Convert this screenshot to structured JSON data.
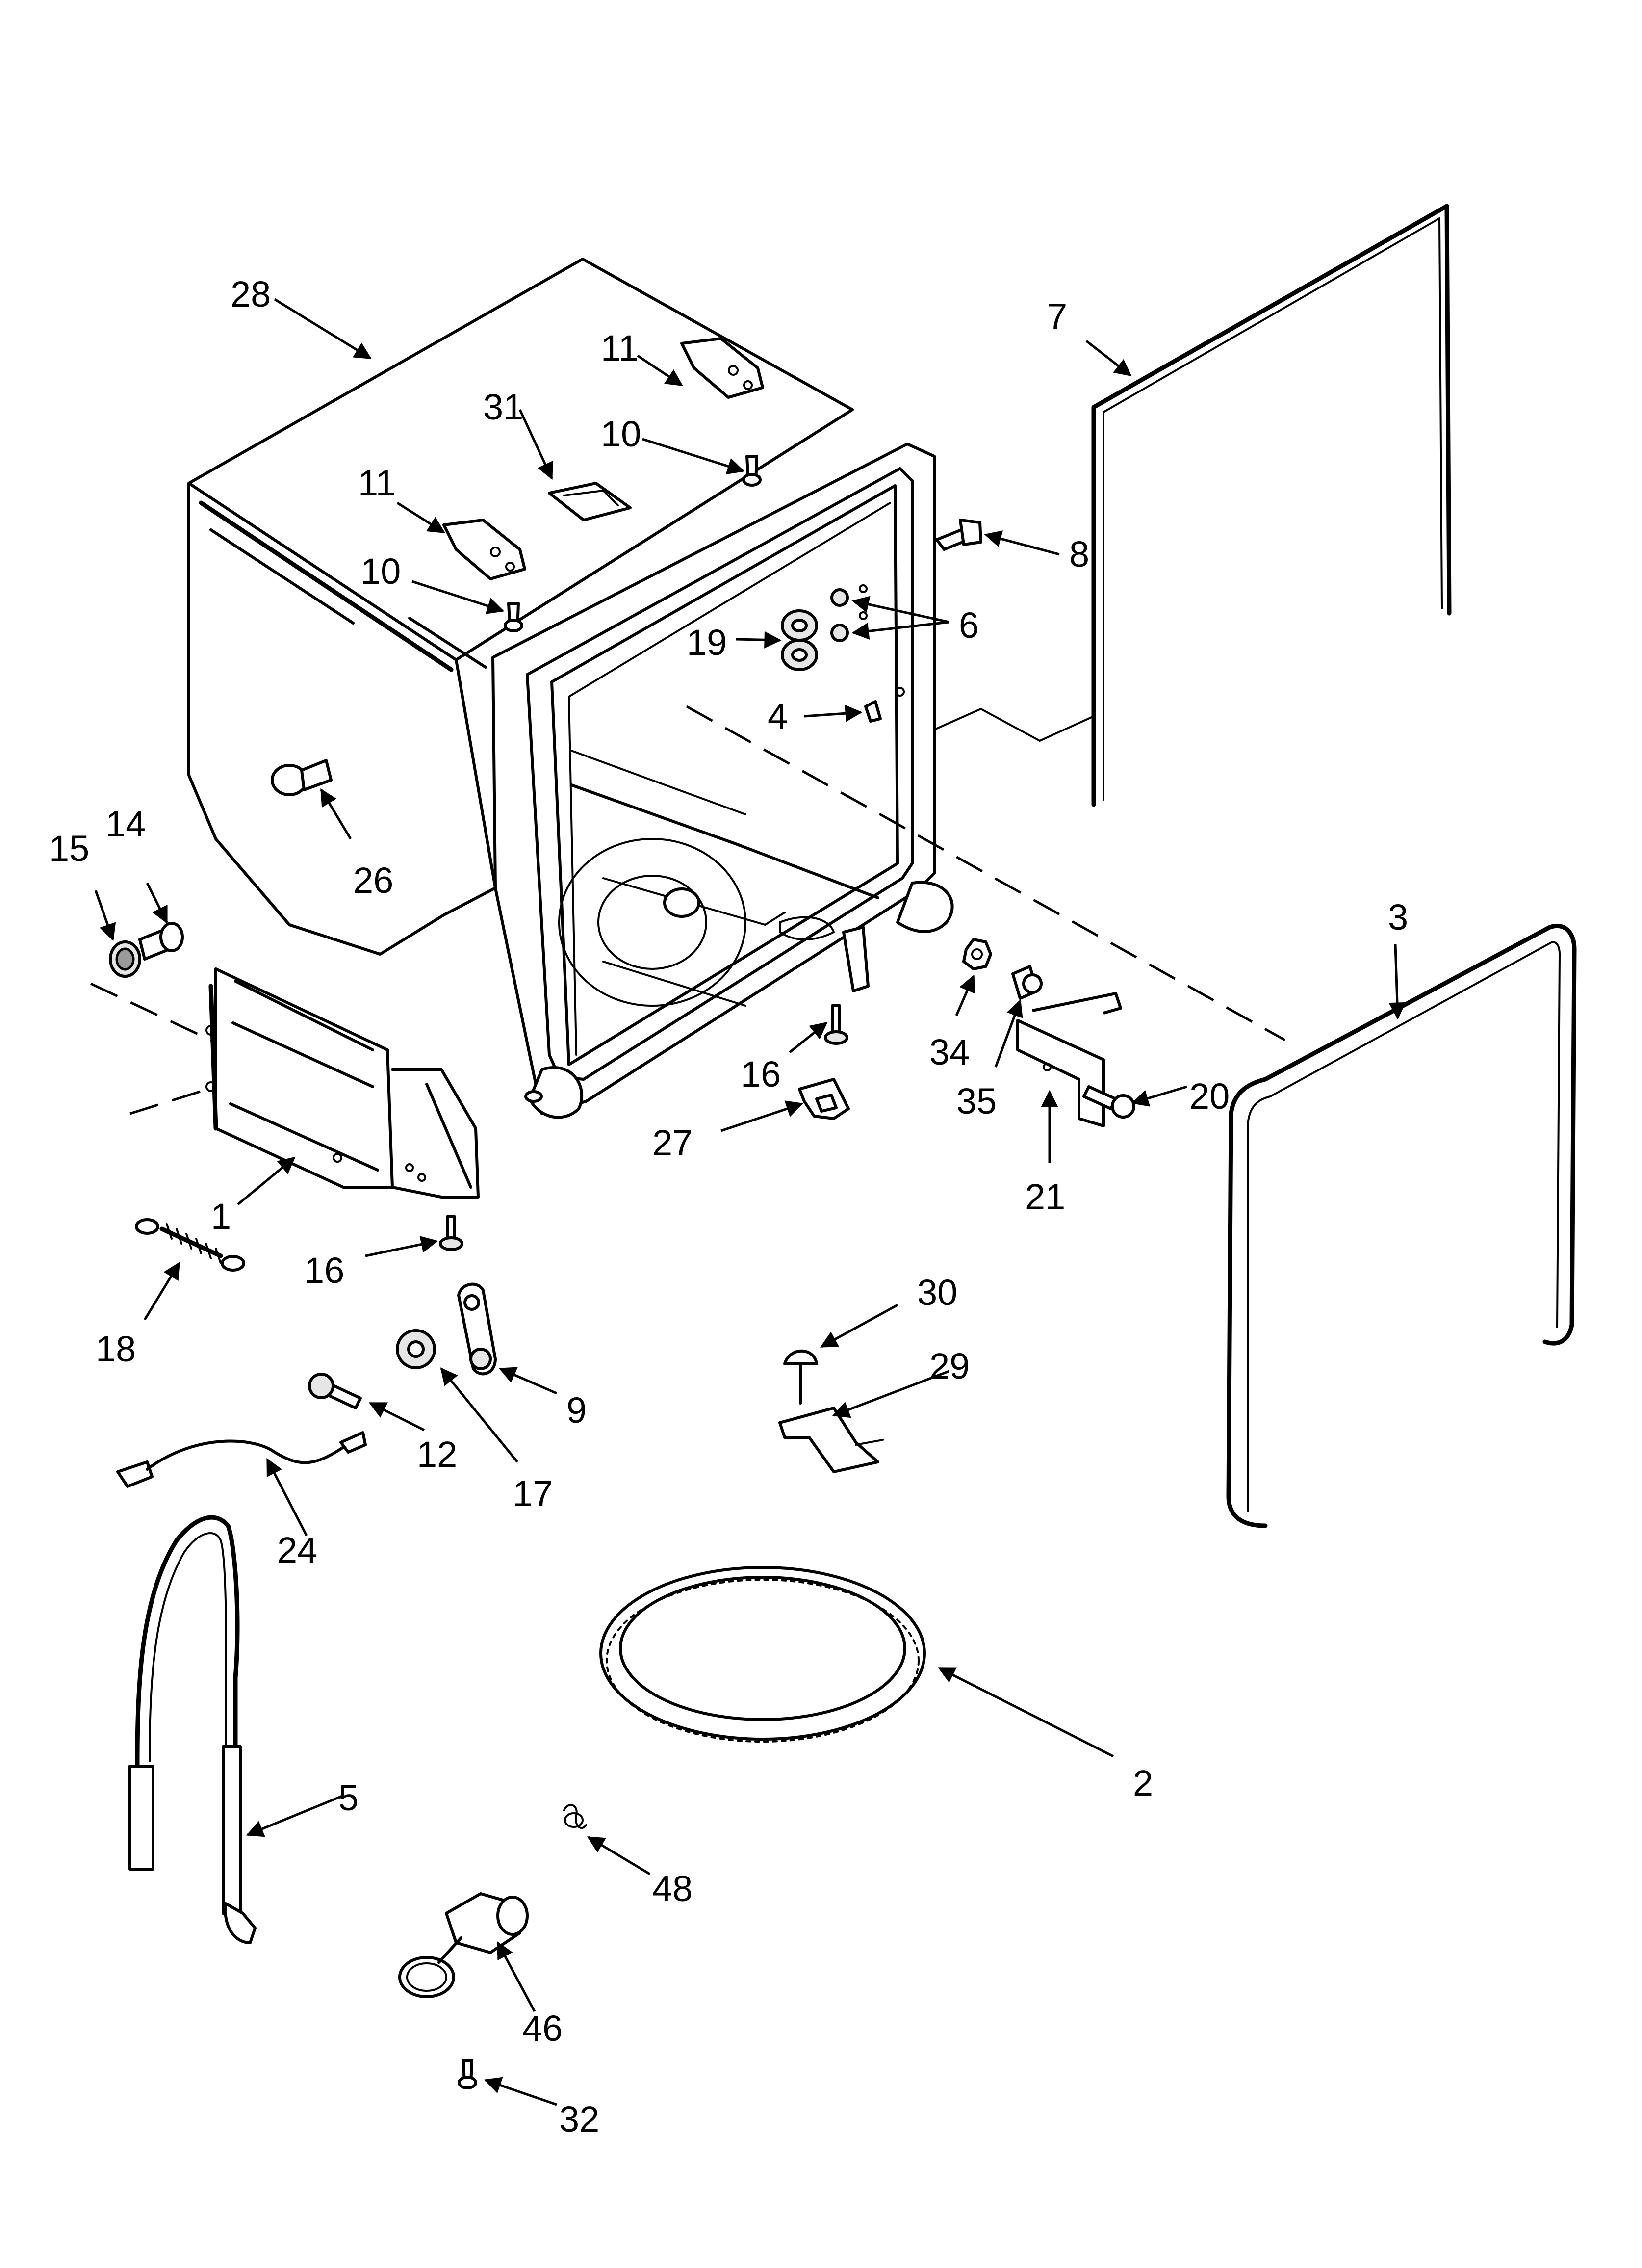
{
  "callouts": {
    "c1": "1",
    "c2": "2",
    "c3": "3",
    "c4": "4",
    "c5": "5",
    "c6": "6",
    "c7": "7",
    "c8": "8",
    "c9": "9",
    "c10a": "10",
    "c10b": "10",
    "c11a": "11",
    "c11b": "11",
    "c12": "12",
    "c14": "14",
    "c15": "15",
    "c16a": "16",
    "c16b": "16",
    "c17": "17",
    "c18": "18",
    "c19": "19",
    "c20": "20",
    "c21": "21",
    "c24": "24",
    "c26": "26",
    "c27": "27",
    "c28": "28",
    "c29": "29",
    "c30": "30",
    "c31": "31",
    "c32": "32",
    "c34": "34",
    "c35": "35",
    "c46": "46",
    "c48": "48"
  }
}
